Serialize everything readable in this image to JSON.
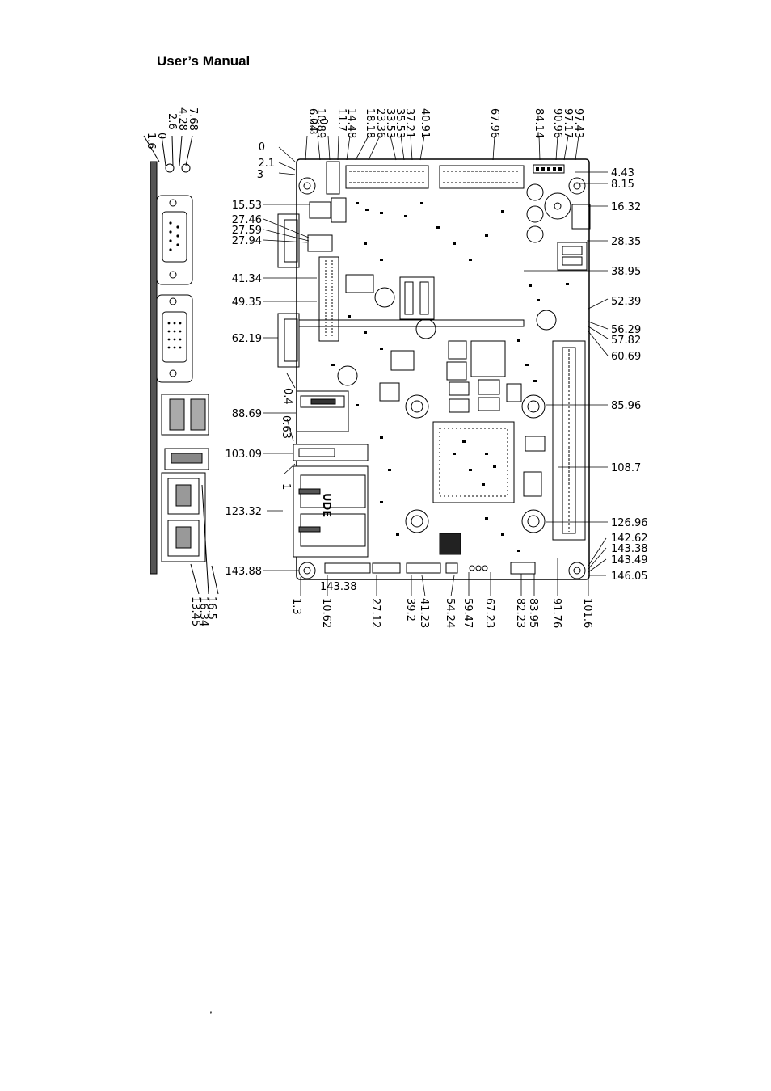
{
  "header": {
    "title": "User’s Manual"
  },
  "footer": {
    "mark": ","
  },
  "side_view": {
    "top_dims": [
      "1.6",
      "0",
      "2.6",
      "4.28",
      "7.68"
    ],
    "bottom_dims": [
      "16.5",
      "16.34",
      "13.45"
    ]
  },
  "board": {
    "chip_marking": "UDE",
    "top_dims": [
      "0.3",
      "0",
      "6.24",
      "10.89",
      "11.7",
      "14.48",
      "18.18",
      "23.36",
      "33.53",
      "35.53",
      "37.21",
      "40.91",
      "67.96",
      "84.14",
      "90.96",
      "97.17",
      "97.43"
    ],
    "left_dims": [
      "0",
      "2.1",
      "3",
      "15.53",
      "27.46",
      "27.59",
      "27.94",
      "41.34",
      "49.35",
      "62.19",
      "0.4",
      "88.69",
      "0.63",
      "103.09",
      "1",
      "123.32",
      "143.88",
      "143.38"
    ],
    "right_dims": [
      "4.43",
      "8.15",
      "16.32",
      "28.35",
      "38.95",
      "52.39",
      "56.29",
      "57.82",
      "60.69",
      "85.96",
      "108.7",
      "126.96",
      "142.62",
      "143.38",
      "143.49",
      "146.05"
    ],
    "bottom_dims": [
      "1.3",
      "10.62",
      "27.12",
      "39.2",
      "41.23",
      "54.24",
      "59.47",
      "67.23",
      "82.23",
      "83.95",
      "91.76",
      "101.6"
    ]
  }
}
